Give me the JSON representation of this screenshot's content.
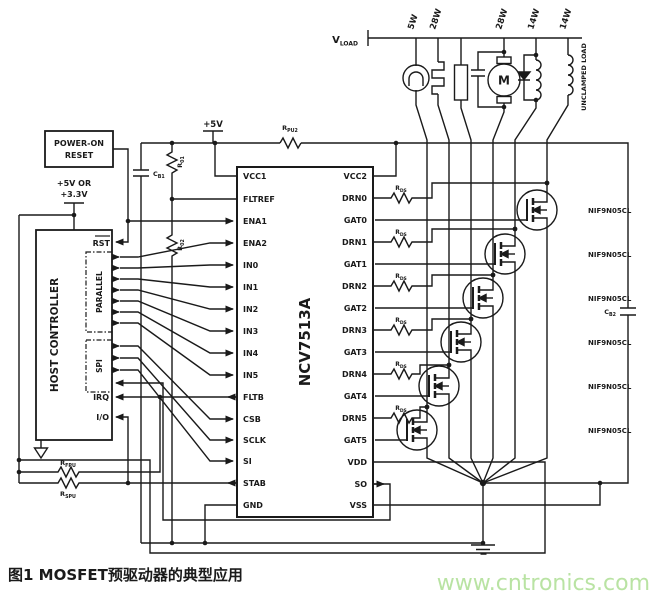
{
  "figure": {
    "caption": "图1  MOSFET预驱动器的典型应用",
    "watermark": "www.cntronics.com",
    "watermark_color": "#b9e3a3",
    "wire_color": "#1a1a1a"
  },
  "power": {
    "vload_main": "V",
    "vload_sub": "LOAD",
    "v5": "+5V",
    "host_supply_line1": "+5V OR",
    "host_supply_line2": "+3.3V"
  },
  "loads": {
    "l1": "5W",
    "l2": "28W",
    "l4": "28W",
    "l5": "14W",
    "l6": "14W",
    "motor": "M",
    "unclamped": "UNCLAMPED LOAD"
  },
  "blocks": {
    "por_line1": "POWER-ON",
    "por_line2": "RESET",
    "host": "HOST CONTROLLER",
    "rst": "RST",
    "parallel": "PARALLEL",
    "spi": "SPI",
    "irq": "IRQ",
    "io": "I/O"
  },
  "components": {
    "cb1_main": "C",
    "cb1_sub": "B1",
    "cb2_main": "C",
    "cb2_sub": "B2",
    "r01_main": "R",
    "r01_sub": "01",
    "r02_main": "R",
    "r02_sub": "02",
    "rpu2_main": "R",
    "rpu2_sub": "PU2",
    "rds_main": "R",
    "rds_sub": "DS",
    "rfpu_main": "R",
    "rfpu_sub": "FPU",
    "rspu_main": "R",
    "rspu_sub": "SPU",
    "mosfet_part": "NIF9N05CL"
  },
  "ic": {
    "name": "NCV7513A",
    "left_pins": [
      "VCC1",
      "FLTREF",
      "ENA1",
      "ENA2",
      "IN0",
      "IN1",
      "IN2",
      "IN3",
      "IN4",
      "IN5",
      "FLTB",
      "CSB",
      "SCLK",
      "SI",
      "STAB",
      "GND"
    ],
    "right_pins": [
      "VCC2",
      "DRN0",
      "GAT0",
      "DRN1",
      "GAT1",
      "DRN2",
      "GAT2",
      "DRN3",
      "GAT3",
      "DRN4",
      "GAT4",
      "DRN5",
      "GAT5",
      "VDD",
      "SO",
      "VSS"
    ]
  }
}
